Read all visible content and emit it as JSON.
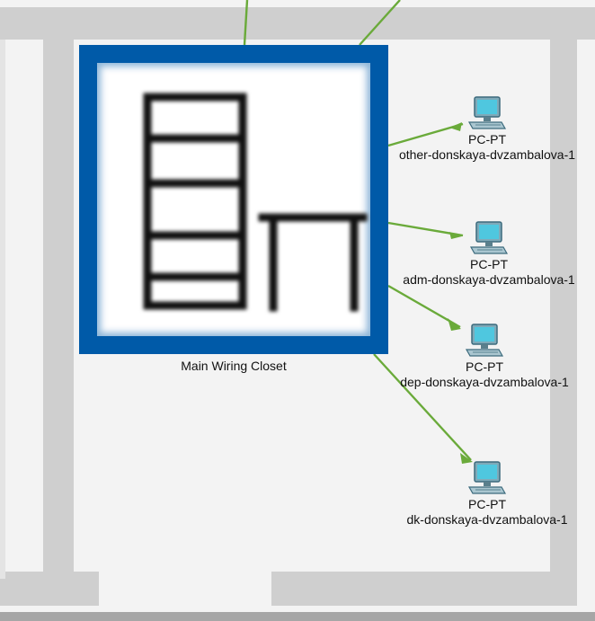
{
  "workspace": {
    "closet": {
      "label": "Main Wiring Closet",
      "frame_color": "#005aa8"
    },
    "link_color": "#6aaa3a",
    "pcs": [
      {
        "type": "PC-PT",
        "name": "other-donskaya-dvzambalova-1"
      },
      {
        "type": "PC-PT",
        "name": "adm-donskaya-dvzambalova-1"
      },
      {
        "type": "PC-PT",
        "name": "dep-donskaya-dvzambalova-1"
      },
      {
        "type": "PC-PT",
        "name": "dk-donskaya-dvzambalova-1"
      }
    ],
    "icons": {
      "closet": "rack-and-table-icon",
      "pc": "desktop-pc-icon"
    }
  }
}
